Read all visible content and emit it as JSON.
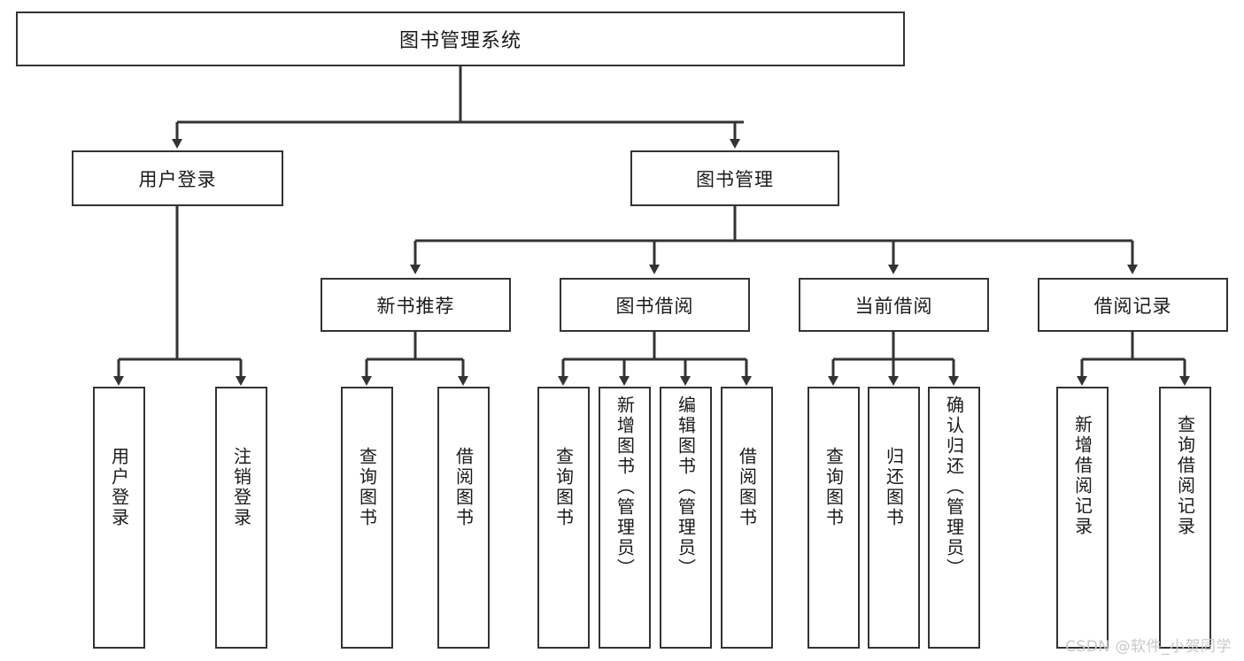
{
  "diagram": {
    "type": "tree",
    "title": "图书管理系统",
    "root": {
      "id": "root",
      "label": "图书管理系统",
      "orientation": "horizontal"
    },
    "level2": [
      {
        "id": "user-login",
        "label": "用户登录",
        "orientation": "horizontal"
      },
      {
        "id": "book-manage",
        "label": "图书管理",
        "orientation": "horizontal"
      }
    ],
    "level3": [
      {
        "id": "new-book-recommend",
        "label": "新书推荐",
        "parent": "book-manage",
        "orientation": "horizontal"
      },
      {
        "id": "book-borrow",
        "label": "图书借阅",
        "parent": "book-manage",
        "orientation": "horizontal"
      },
      {
        "id": "current-borrow",
        "label": "当前借阅",
        "parent": "book-manage",
        "orientation": "horizontal"
      },
      {
        "id": "borrow-record",
        "label": "借阅记录",
        "parent": "book-manage",
        "orientation": "horizontal"
      }
    ],
    "leaves": [
      {
        "id": "leaf-user-login",
        "label": "用户登录",
        "parent": "user-login",
        "orientation": "vertical"
      },
      {
        "id": "leaf-user-logout",
        "label": "注销登录",
        "parent": "user-login",
        "orientation": "vertical"
      },
      {
        "id": "leaf-query-book-1",
        "label": "查询图书",
        "parent": "new-book-recommend",
        "orientation": "vertical"
      },
      {
        "id": "leaf-borrow-book-1",
        "label": "借阅图书",
        "parent": "new-book-recommend",
        "orientation": "vertical"
      },
      {
        "id": "leaf-query-book-2",
        "label": "查询图书",
        "parent": "book-borrow",
        "orientation": "vertical"
      },
      {
        "id": "leaf-add-book",
        "label": "新增图书（管理员）",
        "parent": "book-borrow",
        "orientation": "vertical"
      },
      {
        "id": "leaf-edit-book",
        "label": "编辑图书（管理员）",
        "parent": "book-borrow",
        "orientation": "vertical"
      },
      {
        "id": "leaf-borrow-book-2",
        "label": "借阅图书",
        "parent": "book-borrow",
        "orientation": "vertical"
      },
      {
        "id": "leaf-query-book-3",
        "label": "查询图书",
        "parent": "current-borrow",
        "orientation": "vertical"
      },
      {
        "id": "leaf-return-book",
        "label": "归还图书",
        "parent": "current-borrow",
        "orientation": "vertical"
      },
      {
        "id": "leaf-confirm-return",
        "label": "确认归还（管理员）",
        "parent": "current-borrow",
        "orientation": "vertical"
      },
      {
        "id": "leaf-add-record",
        "label": "新增借阅记录",
        "parent": "borrow-record",
        "orientation": "vertical"
      },
      {
        "id": "leaf-query-record",
        "label": "查询借阅记录",
        "parent": "borrow-record",
        "orientation": "vertical"
      }
    ],
    "watermark": "CSDN @软件_小贺同学",
    "colors": {
      "stroke": "#333333",
      "fill": "#ffffff",
      "text": "#1a1a1a",
      "watermark": "#c9c9c9"
    }
  }
}
